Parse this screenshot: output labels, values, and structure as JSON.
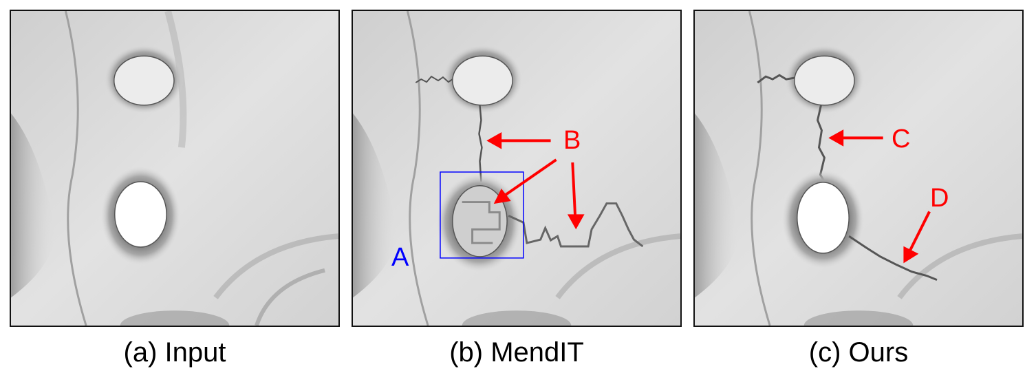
{
  "panels": [
    {
      "id": "a",
      "caption": "(a) Input"
    },
    {
      "id": "b",
      "caption": "(b) MendIT"
    },
    {
      "id": "c",
      "caption": "(c) Ours"
    }
  ],
  "annotations": {
    "A": "A",
    "B": "B",
    "C": "C",
    "D": "D"
  },
  "colors": {
    "arrow": "#ff0000",
    "box": "#0000ff",
    "frame": "#111111"
  }
}
